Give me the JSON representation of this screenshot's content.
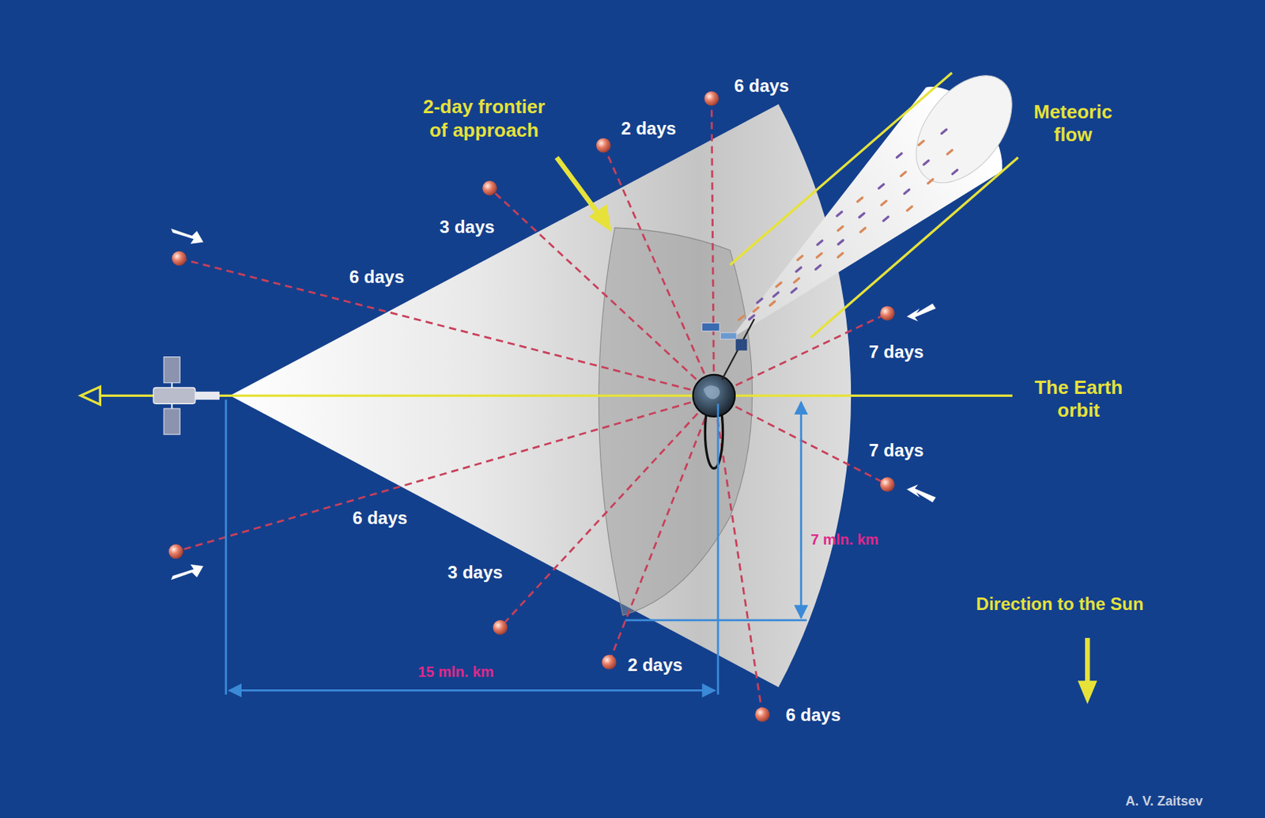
{
  "diagram": {
    "labels": [
      "6 days",
      "2-day frontier of approach",
      "2 days",
      "3 days",
      "Meteoric flow",
      "6 days",
      "7 days",
      "The Earth orbit",
      "7 days",
      "6 days",
      "7 mln. km",
      "3 days",
      "Direction to the Sun",
      "2 days",
      "15 mln. km",
      "6 days",
      "A. V. Zaitsev"
    ]
  }
}
